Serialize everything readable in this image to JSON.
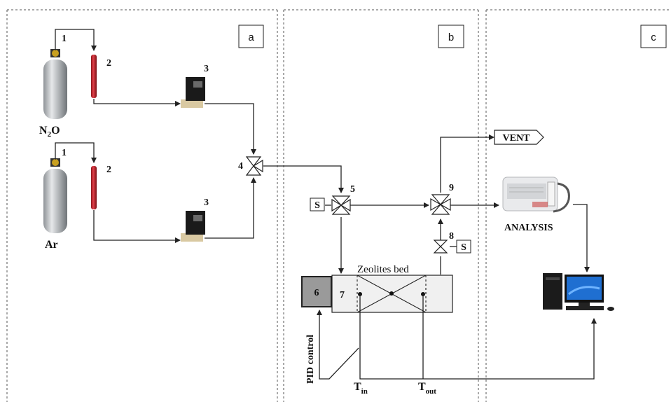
{
  "sections": {
    "a": "a",
    "b": "b",
    "c": "c"
  },
  "labels": {
    "n1": "1",
    "n2": "2",
    "n3": "3",
    "n4": "4",
    "n5": "5",
    "n6": "6",
    "n7": "7",
    "n8": "8",
    "n9": "9",
    "gas_n2o_main": "N",
    "gas_n2o_sub": "2",
    "gas_n2o_tail": "O",
    "gas_ar": "Ar",
    "vent": "VENT",
    "analysis": "ANALYSIS",
    "zeolites": "Zeolites bed",
    "s": "S",
    "pid": "PID control",
    "tin_main": "T",
    "tin_sub": "in",
    "tout_main": "T",
    "tout_sub": "out"
  },
  "colors": {
    "line": "#222222",
    "dash": "#555555",
    "cylinder": "#b8bcc0",
    "cap": "#c2202a",
    "pid_box": "#9a9a9a"
  }
}
